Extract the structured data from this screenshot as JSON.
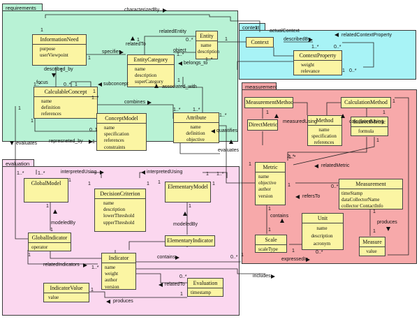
{
  "colors": {
    "requirements_bg": "#b8f2d5",
    "context_bg": "#a8f3f6",
    "measurement_bg": "#f7a9aa",
    "evaluation_bg": "#fbd7ef",
    "class_fill": "#fbf5a3"
  },
  "packages": {
    "requirements": "requirements",
    "context": "context",
    "measurement": "measurement",
    "evaluation": "evaluation"
  },
  "classes": {
    "InformationNeed": {
      "name": "InformationNeed",
      "attrs": [
        "purpose",
        "userViewpoint"
      ]
    },
    "Entity": {
      "name": "Entity",
      "attrs": [
        "name",
        "description"
      ]
    },
    "EntityCategory": {
      "name": "EntityCategory",
      "attrs": [
        "name",
        "description",
        "superCategory"
      ]
    },
    "CalculableConcept": {
      "name": "CalculableConcept",
      "attrs": [
        "name",
        "definition",
        "references"
      ]
    },
    "ConceptModel": {
      "name": "ConceptModel",
      "attrs": [
        "name",
        "specification",
        "references",
        "constraints"
      ]
    },
    "Attribute": {
      "name": "Attribute",
      "attrs": [
        "name",
        "definition",
        "objective"
      ]
    },
    "Context": {
      "name": "Context",
      "attrs": []
    },
    "ContextProperty": {
      "name": "ContextProperty",
      "attrs": [
        "weight",
        "relevance"
      ]
    },
    "MeasurementMethod": {
      "name": "MeasurementMethod",
      "attrs": []
    },
    "CalculationMethod": {
      "name": "CalculationMethod",
      "attrs": []
    },
    "Method": {
      "name": "Method",
      "attrs": [
        "name",
        "specification",
        "references"
      ]
    },
    "DirectMetric": {
      "name": "DirectMetric",
      "attrs": []
    },
    "IndirectMetric": {
      "name": "IndirectMetric",
      "attrs": [
        "formula"
      ]
    },
    "Metric": {
      "name": "Metric",
      "attrs": [
        "name",
        "objective",
        "author",
        "version"
      ]
    },
    "Measurement": {
      "name": "Measurement",
      "attrs": [
        "timeStamp",
        "dataCollectorName",
        "collector ContactInfo"
      ]
    },
    "Unit": {
      "name": "Unit",
      "attrs": [
        "name",
        "description",
        "acronym"
      ]
    },
    "Scale": {
      "name": "Scale",
      "attrs": [
        "scaleType"
      ]
    },
    "Measure": {
      "name": "Measure",
      "attrs": [
        "value"
      ]
    },
    "GlobalModel": {
      "name": "GlobalModel",
      "attrs": []
    },
    "DecisionCriterion": {
      "name": "DecisionCriterion",
      "attrs": [
        "name",
        "description",
        "lowerThreshold",
        "upperThreshold"
      ]
    },
    "ElementaryModel": {
      "name": "ElementaryModel",
      "attrs": []
    },
    "GlobalIndicator": {
      "name": "GlobalIndicator",
      "attrs": [
        "operator"
      ]
    },
    "ElementaryIndicator": {
      "name": "ElementaryIndicator",
      "attrs": []
    },
    "Indicator": {
      "name": "Indicator",
      "attrs": [
        "name",
        "weight",
        "author",
        "version"
      ]
    },
    "IndicatorValue": {
      "name": "IndicatorValue",
      "attrs": [
        "value"
      ]
    },
    "Evaluation": {
      "name": "Evaluation",
      "attrs": [
        "timestamp"
      ]
    }
  },
  "labels": {
    "characterizedBy": "characterizedBy",
    "relatedEntity": "relatedEntity",
    "relatedTo_req": "relatedTo",
    "object": "object",
    "specifies": "specifies",
    "belongs_to": "belongs_to",
    "described_by": "described_by",
    "focus": "focus",
    "subconcept": "subconcept",
    "associated_with": "associated_with",
    "combines": "combines",
    "quantifies": "quantifies",
    "represneted_by": "represneted_by",
    "evaluates_left": "evaluates",
    "evaluates_right": "evaluates",
    "actualContext": "actualContext",
    "describedBy": "describedBy",
    "relatedContextProperty": "relatedContextProperty",
    "measuredUsing": "measuredUsing",
    "calculatedUsing": "calculatedUsing",
    "relatedMetric": "relatedMetric",
    "refersTo": "refersTo",
    "contains_meas": "contains",
    "produces_meas": "produces",
    "expressedIn": "expressedIn",
    "interpretedUsing_1": "interpretedUsing",
    "interpretedUsing_2": "interpretedUsing",
    "modeledBy_1": "modeledBy",
    "modeledBy_2": "modeledBy",
    "relatedIndicators": "relatedIndicators",
    "contains_eval": "contains",
    "relatedTo_eval": "relatedTo",
    "produces_eval": "produces",
    "includes": "includes"
  },
  "multiplicities": [
    "1",
    "1",
    "0..*",
    "1",
    "1",
    "1..*",
    "1",
    "1..*",
    "1..*",
    "1",
    "1",
    "1",
    "0..*",
    "1..*",
    "1",
    "1..*",
    "0..1",
    "1",
    "1",
    "1..*",
    "1",
    "1..*",
    "1..*",
    "0..*",
    "1",
    "0..*",
    "1",
    "1",
    "1",
    "1",
    "0..*",
    "1",
    "1..*",
    "1",
    "1",
    "2..*",
    "1",
    "1",
    "0..*",
    "1",
    "1",
    "1..*",
    "1",
    "1..*",
    "1",
    "1",
    "1",
    "1",
    "1",
    "1..*",
    "1",
    "1",
    "1",
    "0..*",
    "1",
    "1",
    "1..*",
    "0..*",
    "1",
    "1"
  ]
}
